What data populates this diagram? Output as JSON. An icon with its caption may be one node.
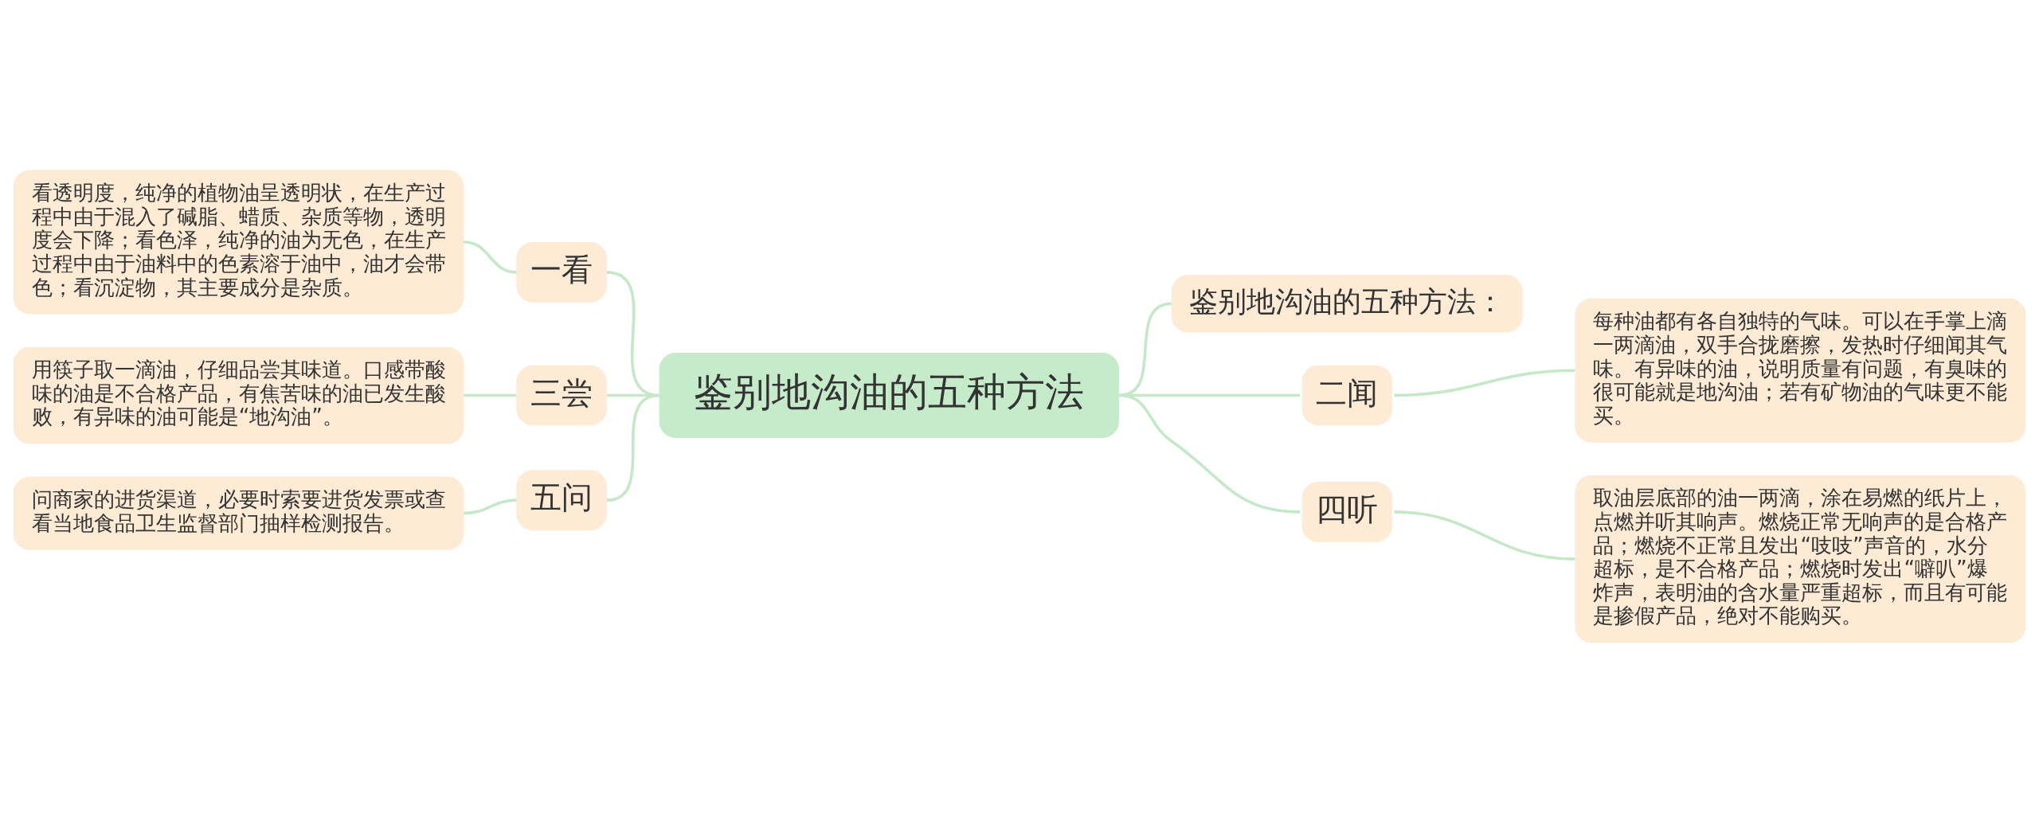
{
  "diagram": {
    "nodes": [
      {
        "text": [
          "鉴别地沟油的五种方法"
        ]
      },
      {
        "text": [
          "鉴别地沟油的五种方法："
        ]
      },
      {
        "text": [
          "一看"
        ]
      },
      {
        "text": [
          "看透明度，纯净的植物油呈透明状，在生产过程中由于混入了碱脂、蜡质、杂质等物，透明度会下降；看色泽，纯净的油为无色，在生产过程中由于油料中的色素溶于油中，油才会带色；看沉淀物，其主要成分是杂质。"
        ]
      },
      {
        "text": [
          "二闻"
        ]
      },
      {
        "text": [
          "每种油都有各自独特的气味。可以在手掌上滴一两滴油，双手合拢磨擦，发热时仔细闻其气味。有异味的油，说明质量有问题，有臭味的很可能就是地沟油；若有矿物油的气味更不能买。"
        ]
      },
      {
        "text": [
          "三尝"
        ]
      },
      {
        "text": [
          "用筷子取一滴油，仔细品尝其味道。口感带酸味的油是不合格产品，有焦苦味的油已发生酸败，有异味的油可能是“地沟油”。"
        ]
      },
      {
        "text": [
          "四听"
        ]
      },
      {
        "text": [
          "取油层底部的油一两滴，涂在易燃的纸片上，点燃并听其响声。燃烧正常无响声的是合格产品；燃烧不正常且发出“吱吱”声音的，水分超标，是不合格产品；燃烧时发出“噼叭”爆炸声，表明油的含水量严重超标，而且有可能是掺假产品，绝对不能购买。"
        ]
      },
      {
        "text": [
          "五问"
        ]
      },
      {
        "text": [
          "问商家的进货渠道，必要时索要进货发票或查看当地食品卫生监督部门抽样检测报告。"
        ]
      }
    ],
    "edges": [
      {
        "from": 0,
        "to": 1,
        "arrow": "none"
      },
      {
        "from": 0,
        "to": 2,
        "arrow": "none"
      },
      {
        "from": 2,
        "to": 3,
        "arrow": "none"
      },
      {
        "from": 0,
        "to": 4,
        "arrow": "none"
      },
      {
        "from": 4,
        "to": 5,
        "arrow": "none"
      },
      {
        "from": 0,
        "to": 6,
        "arrow": "none"
      },
      {
        "from": 6,
        "to": 7,
        "arrow": "none"
      },
      {
        "from": 0,
        "to": 8,
        "arrow": "none"
      },
      {
        "from": 8,
        "to": 9,
        "arrow": "none"
      },
      {
        "from": 0,
        "to": 10,
        "arrow": "none"
      },
      {
        "from": 10,
        "to": 11,
        "arrow": "none"
      }
    ]
  }
}
